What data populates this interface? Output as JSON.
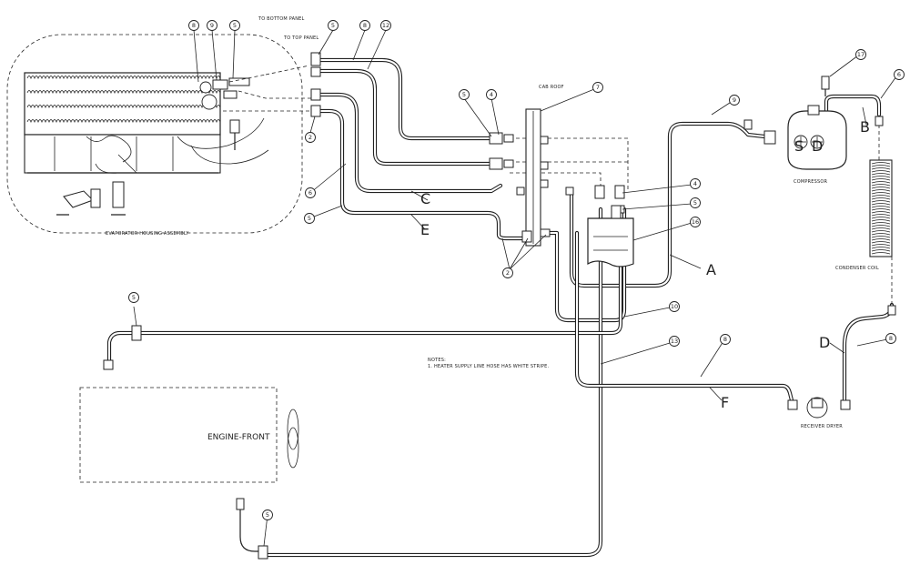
{
  "labels": {
    "to_bottom_panel": "TO BOTTOM PANEL",
    "to_top_panel": "TO TOP PANEL",
    "cab_roof": "CAB ROOF",
    "evaporator_housing_assembly": "EVAPORATOR HOUSING ASSEMBLY",
    "compressor": "COMPRESSOR",
    "condenser_coil": "CONDENSER COIL",
    "receiver_dryer": "RECEIVER DRYER",
    "engine_front": "ENGINE-FRONT",
    "notes_title": "NOTES:",
    "note_1": "1.  HEATER SUPPLY LINE HOSE HAS WHITE STRIPE."
  },
  "compressor_ports": {
    "suction": "S",
    "discharge": "D"
  },
  "hose_letters": {
    "A": "A",
    "B": "B",
    "C": "C",
    "D": "D",
    "E": "E",
    "F": "F"
  },
  "callouts": {
    "evap_8": "8",
    "evap_9": "9",
    "evap_5": "5",
    "top_5": "5",
    "top_8": "8",
    "top_12": "12",
    "evap_2": "2",
    "evap_6": "6",
    "evap_5b": "5",
    "roof_5": "5",
    "roof_4": "4",
    "roof_7": "7",
    "hose_9": "9",
    "comp_17": "17",
    "comp_6": "6",
    "mid_4": "4",
    "mid_5": "5",
    "mid_16": "16",
    "mid_2": "2",
    "heater_5": "5",
    "line_10": "10",
    "line_13": "13",
    "rd_8": "8",
    "cond_8": "8",
    "bottom_5": "5"
  }
}
